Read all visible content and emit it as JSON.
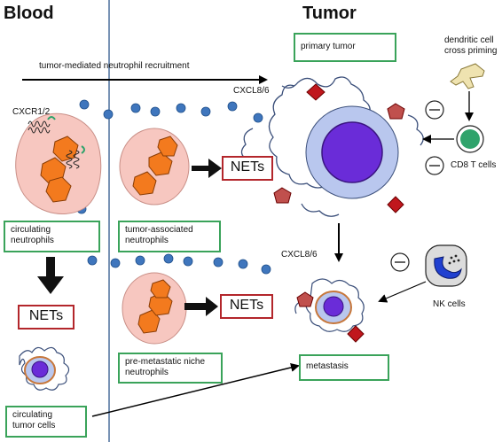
{
  "headings": {
    "blood": "Blood",
    "tumor": "Tumor"
  },
  "labels": {
    "recruitment": "tumor-mediated neutrophil  recruitment",
    "cxcr": "CXCR1/2",
    "cxcl_top": "CXCL8/6",
    "cxcl_bottom": "CXCL8/6",
    "dendritic_line1": "dendritic cell",
    "dendritic_line2": "cross priming",
    "cd8": "CD8 T cells",
    "nk": "NK cells"
  },
  "boxes": {
    "primary_tumor": "primary tumor",
    "circulating_neutrophils_1": "circulating",
    "circulating_neutrophils_2": "neutrophils",
    "tan_1": "tumor-associated",
    "tan_2": "neutrophils",
    "premet_1": "pre-metastatic niche",
    "premet_2": "neutrophils",
    "metastasis": "metastasis",
    "ctc_1": "circulating",
    "ctc_2": "tumor cells"
  },
  "nets": {
    "left": "NETs",
    "middle_top": "NETs",
    "middle_bottom": "NETs"
  },
  "colors": {
    "cell_pink": "#f7c7c0",
    "nucleus_orange": "#f37a1e",
    "dot_blue": "#3f76bd",
    "box_green": "#3aa35a",
    "box_red": "#b3262b",
    "diamond_red": "#c0171d",
    "pentagon_red": "#c0504d",
    "tumor_nucleus": "#6a2cd8",
    "tumor_cyto": "#b9c7ee",
    "cd8_green": "#2fa36b",
    "dc_tan": "#efe3b0",
    "divider": "#4a6f9c"
  }
}
